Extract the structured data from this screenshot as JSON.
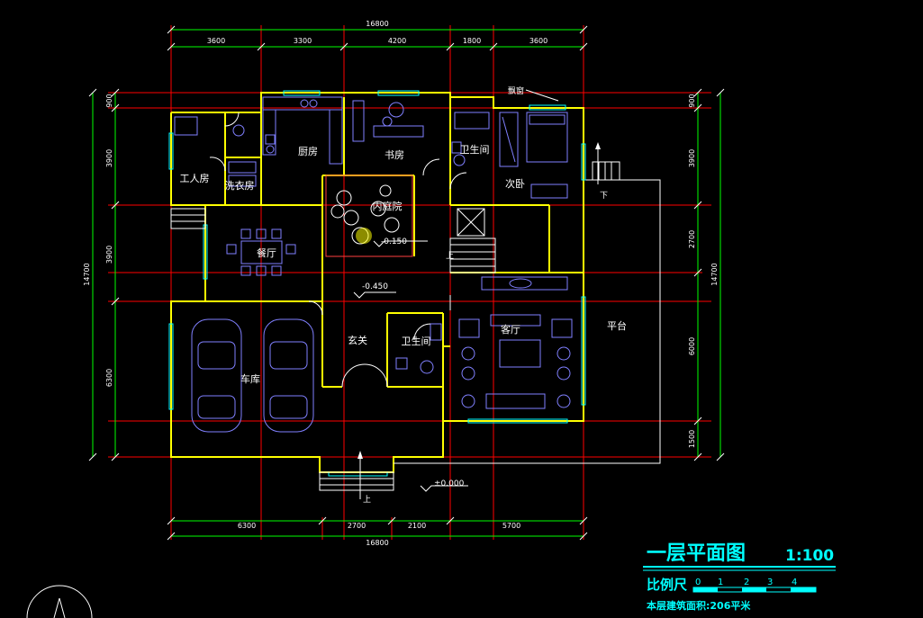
{
  "title": "一层平面图",
  "scale": "1:100",
  "scale_bar": {
    "label": "比例尺",
    "ticks": [
      "0",
      "1",
      "2",
      "3",
      "4"
    ]
  },
  "area_note": "本层建筑面积:206平米",
  "dimensions": {
    "top_total": "16800",
    "top_segments": [
      "3600",
      "3300",
      "4200",
      "1800",
      "3600"
    ],
    "bottom_total": "16800",
    "bottom_segments": [
      "6300",
      "2700",
      "2100",
      "5700"
    ],
    "left_total": "14700",
    "left_segments": [
      "900",
      "3900",
      "3900",
      "6300"
    ],
    "right_total": "14700",
    "right_segments": [
      "900",
      "3900",
      "2700",
      "6000",
      "1500"
    ]
  },
  "rooms": {
    "servant": "工人房",
    "laundry": "洗衣房",
    "kitchen": "厨房",
    "study": "书房",
    "bath_upper": "卫生间",
    "bedroom": "次卧",
    "courtyard": "内庭院",
    "dining": "餐厅",
    "garage": "车库",
    "foyer": "玄关",
    "bath_lower": "卫生间",
    "living": "客厅",
    "terrace": "平台",
    "bay_window": "飘窗"
  },
  "levels": {
    "courtyard": "-0.150",
    "corridor": "-0.450",
    "entrance": "±0.000"
  },
  "arrows": {
    "up_stair": "上",
    "down_terrace": "下",
    "up_entrance": "上"
  },
  "colors": {
    "wall": "#ffff00",
    "axis": "#ff0000",
    "dimension": "#00ff00",
    "furniture": "#8080ff",
    "window": "#00ffff",
    "text": "#ffffff",
    "title": "#00ffff"
  }
}
